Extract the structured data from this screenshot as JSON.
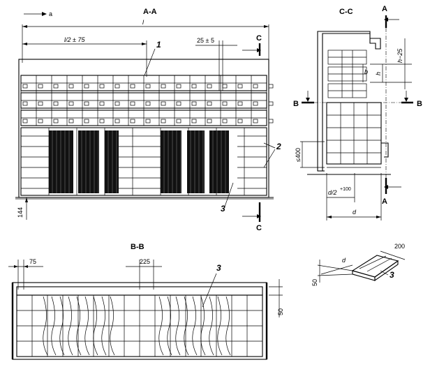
{
  "views": {
    "aa": {
      "title": "A-A"
    },
    "cc": {
      "title": "C-C"
    },
    "bb": {
      "title": "B-B"
    }
  },
  "arrow_label": "a",
  "dims": {
    "overall_length": "l",
    "half_length": "l/2 ± 75",
    "post_tol": "25 ± 5",
    "base_height": "144",
    "gap_75": "75",
    "gap_225": "225",
    "height_50": "50",
    "lt_400": "≤400",
    "depth": "d",
    "half_depth": "d/2",
    "half_depth_sup": "+100",
    "h_dim": "h−25",
    "h_dim_sub": "−25",
    "b": "b",
    "h": "h",
    "detail_200": "200",
    "detail_d": "d",
    "detail_50": "50"
  },
  "section_marks": {
    "A": "A",
    "B": "B",
    "C": "C"
  },
  "callouts": {
    "one": "1",
    "two": "2",
    "three": "3"
  }
}
